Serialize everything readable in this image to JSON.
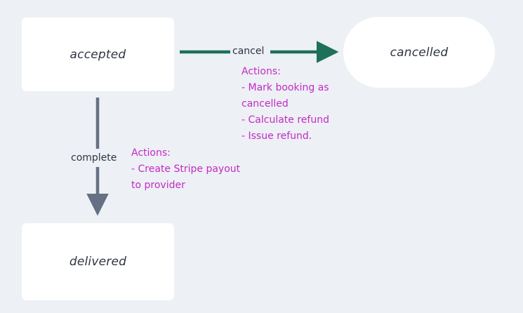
{
  "diagram": {
    "type": "state-machine",
    "background_color": "#edf0f5",
    "node_fill": "#ffffff",
    "node_text_color": "#2e3440",
    "accent_colors": {
      "transition_cancel": "#1d7159",
      "transition_complete": "#657084",
      "actions_text": "#c32bc3"
    },
    "nodes": [
      {
        "id": "accepted",
        "label": "accepted",
        "shape": "rounded-rect"
      },
      {
        "id": "cancelled",
        "label": "cancelled",
        "shape": "pill"
      },
      {
        "id": "delivered",
        "label": "delivered",
        "shape": "rounded-rect"
      }
    ],
    "transitions": [
      {
        "id": "cancel",
        "label": "cancel",
        "from": "accepted",
        "to": "cancelled",
        "direction": "right",
        "color": "#1d7159",
        "actions_heading": "Actions:",
        "actions": [
          "- Mark booking as",
          "cancelled",
          "- Calculate refund",
          "- Issue refund."
        ]
      },
      {
        "id": "complete",
        "label": "complete",
        "from": "accepted",
        "to": "delivered",
        "direction": "down",
        "color": "#657084",
        "actions_heading": "Actions:",
        "actions": [
          "- Create Stripe payout",
          "to provider"
        ]
      }
    ]
  }
}
